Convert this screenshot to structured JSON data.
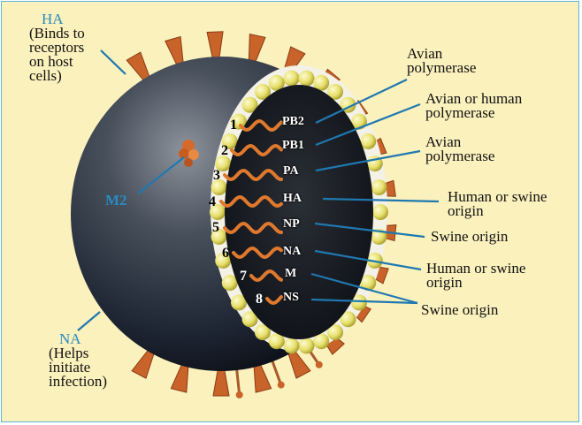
{
  "labels": {
    "ha_title": "HA",
    "ha_desc": "(Binds to\nreceptors\non host\ncells)",
    "m2": "M2",
    "na_title": "NA",
    "na_desc": "(Helps\ninitiate\ninfection)"
  },
  "segments": [
    {
      "number": "1",
      "name": "PB2",
      "origin": "Avian\npolymerase"
    },
    {
      "number": "2",
      "name": "PB1",
      "origin": "Avian or human\npolymerase"
    },
    {
      "number": "3",
      "name": "PA",
      "origin": "Avian\npolymerase"
    },
    {
      "number": "4",
      "name": "HA",
      "origin": "Human or swine\norigin"
    },
    {
      "number": "5",
      "name": "NP",
      "origin": "Swine origin"
    },
    {
      "number": "6",
      "name": "NA",
      "origin": "Human or swine\norigin"
    },
    {
      "number": "7",
      "name": "M",
      "origin": ""
    },
    {
      "number": "8",
      "name": "NS",
      "origin": "Swine origin"
    }
  ],
  "colors": {
    "background": "#fbf1bd",
    "border": "#5ab4dc",
    "leader_line": "#1f78b0",
    "spike": "#c8632a",
    "virus_body": "#1c2330",
    "membrane_bead": "#e6df6a",
    "rna": "#e0792e"
  }
}
